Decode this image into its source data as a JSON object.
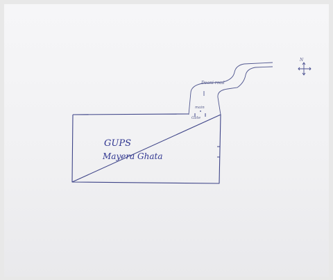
{
  "school": {
    "name": "GUPS",
    "place": "Mayera Ghata"
  },
  "road": {
    "label": "Deoni road"
  },
  "gate": {
    "line1": "main",
    "line2": "Gate"
  },
  "compass": {
    "north": "N"
  },
  "colors": {
    "ink": "#3a3f8a",
    "paper": "#f4f4f6",
    "border": "#e0e0e2"
  }
}
